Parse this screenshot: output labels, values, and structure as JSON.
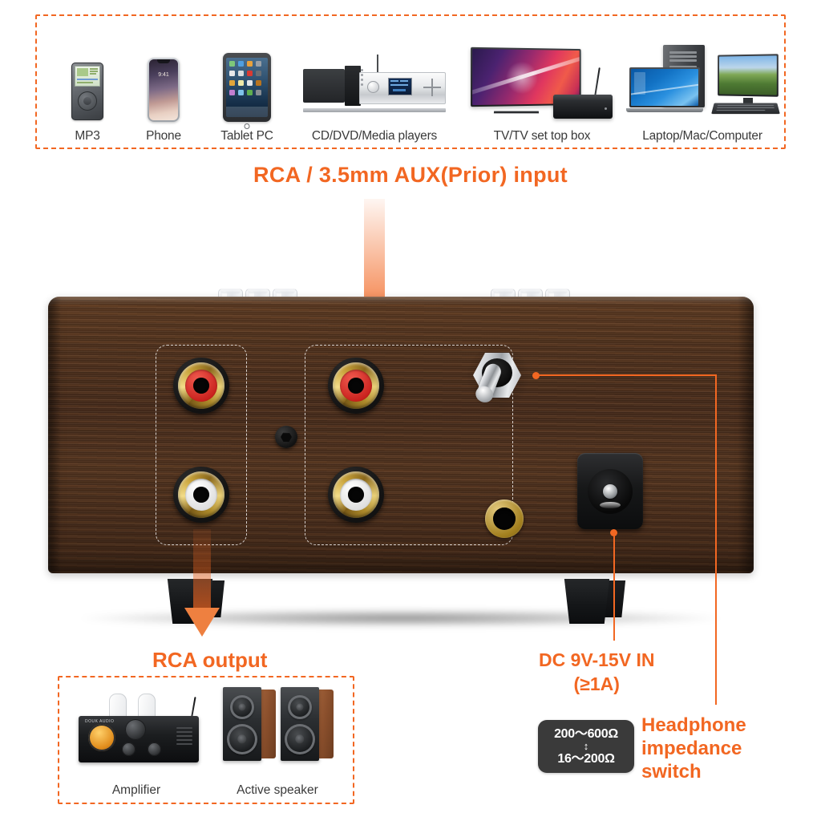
{
  "sources_panel": {
    "border_color": "#F26722",
    "items": [
      {
        "label": "MP3",
        "icon": "mp3-player-icon"
      },
      {
        "label": "Phone",
        "icon": "smartphone-icon"
      },
      {
        "label": "Tablet PC",
        "icon": "tablet-icon"
      },
      {
        "label": "CD/DVD/Media players",
        "icon": "cd-player-icon"
      },
      {
        "label": "TV/TV set top box",
        "icon": "tv-settopbox-icon"
      },
      {
        "label": "Laptop/Mac/Computer",
        "icon": "computer-icon"
      }
    ]
  },
  "callouts": {
    "input_title": "RCA / 3.5mm AUX(Prior) input",
    "output_title": "RCA output",
    "dc_title_line1": "DC 9V-15V IN",
    "dc_title_line2": "(≥1A)",
    "headphone_switch_line1": "Headphone",
    "headphone_switch_line2": "impedance",
    "headphone_switch_line3": "switch"
  },
  "impedance_badge": {
    "high_range": "200～600Ω",
    "arrow": "↕",
    "low_range": "16～200Ω",
    "background": "#3a3a3a",
    "text_color": "#ffffff"
  },
  "output_panel": {
    "border_color": "#F26722",
    "items": [
      {
        "label": "Amplifier",
        "icon": "tube-amplifier-icon"
      },
      {
        "label": "Active speaker",
        "icon": "bookshelf-speakers-icon"
      }
    ]
  },
  "device": {
    "name": "tube-headphone-amplifier",
    "chassis_color": "#4d3020",
    "jacks": [
      {
        "name": "rca-output-right",
        "color": "red",
        "group": "rca-output"
      },
      {
        "name": "rca-output-left",
        "color": "white",
        "group": "rca-output"
      },
      {
        "name": "rca-input-right",
        "color": "red",
        "group": "rca-input"
      },
      {
        "name": "rca-input-left",
        "color": "white",
        "group": "rca-input"
      },
      {
        "name": "aux-35mm-input",
        "color": "gold",
        "group": "rca-input"
      }
    ],
    "controls": [
      {
        "name": "headphone-impedance-toggle-switch"
      },
      {
        "name": "dc-power-input-jack"
      },
      {
        "name": "chassis-hex-screw"
      }
    ]
  },
  "theme": {
    "accent": "#F26722",
    "label_text": "#3a3a3a",
    "arrow_dark": "#E2670F",
    "arrow_light": "#EE8040"
  }
}
